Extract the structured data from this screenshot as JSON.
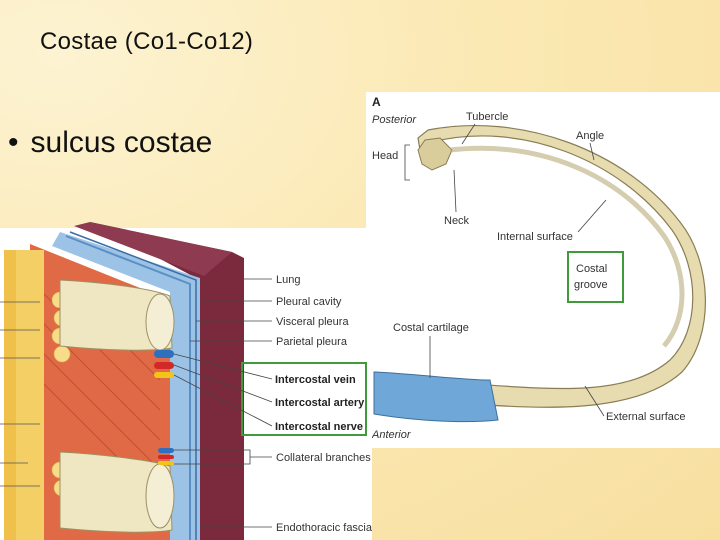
{
  "slide": {
    "title": "Costae (Co1-Co12)",
    "bullet": "sulcus costae"
  },
  "rib_figure": {
    "panel_letter": "A",
    "labels": {
      "posterior": "Posterior",
      "tubercle": "Tubercle",
      "angle": "Angle",
      "head": "Head",
      "neck": "Neck",
      "internal_surface": "Internal surface",
      "costal_groove_line1": "Costal",
      "costal_groove_line2": "groove",
      "costal_cartilage": "Costal cartilage",
      "external_surface": "External surface",
      "anterior": "Anterior"
    }
  },
  "section_figure": {
    "labels": {
      "lung": "Lung",
      "pleural_cavity": "Pleural cavity",
      "visceral_pleura": "Visceral pleura",
      "parietal_pleura": "Parietal pleura",
      "intercostal_vein": "Intercostal vein",
      "intercostal_artery": "Intercostal artery",
      "intercostal_nerve": "Intercostal nerve",
      "collateral_branches": "Collateral branches",
      "endothoracic_fascia": "Endothoracic fascia"
    }
  },
  "colors": {
    "highlight_box": "#3f9a3a",
    "bone": "#e6dcb0",
    "cartilage": "#6fa8d8",
    "muscle": "#e06a45",
    "lung": "#7a2a3c",
    "vein": "#2f6fc0",
    "artery": "#d22828",
    "nerve": "#f2c419"
  }
}
